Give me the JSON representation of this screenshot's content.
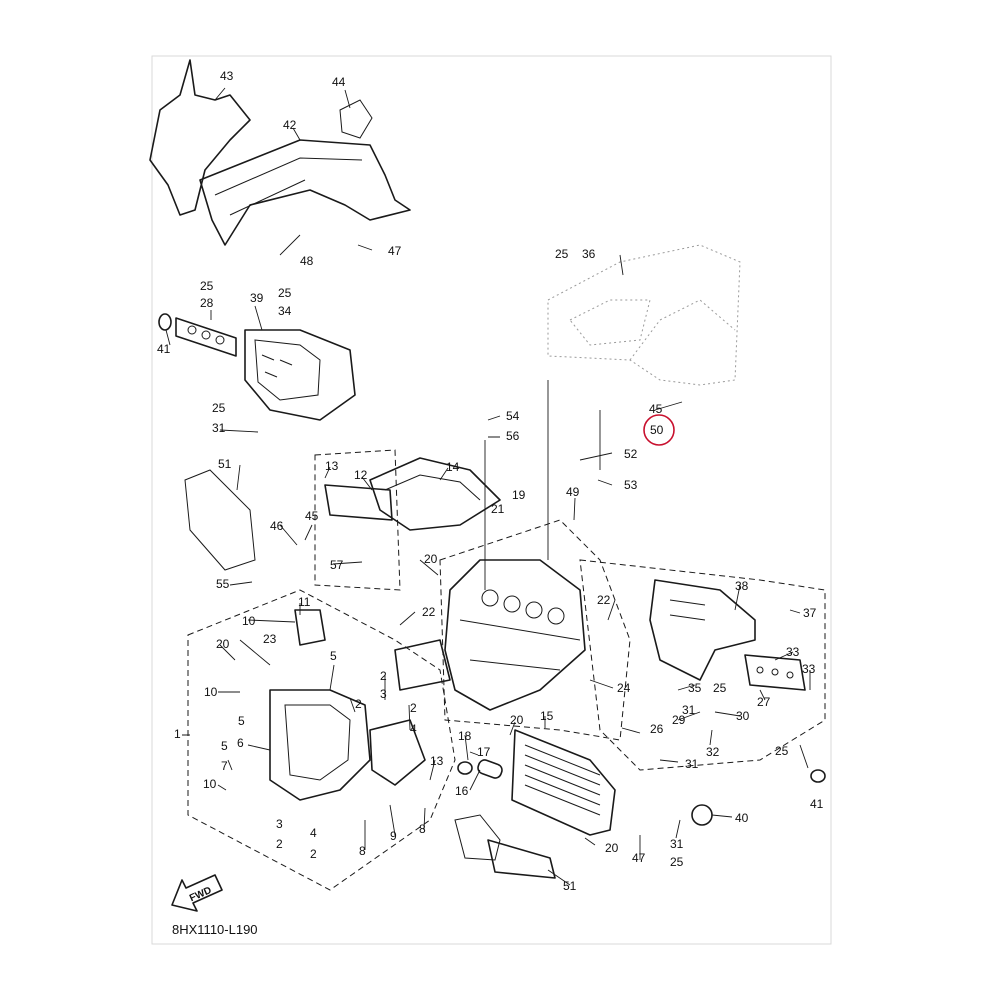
{
  "diagram": {
    "code": "8HX1110-L190",
    "fwd_label": "FWD",
    "highlight_color": "#c8102e",
    "labels": [
      "1",
      "2",
      "3",
      "4",
      "5",
      "6",
      "7",
      "8",
      "9",
      "10",
      "11",
      "12",
      "13",
      "14",
      "15",
      "16",
      "17",
      "18",
      "19",
      "20",
      "21",
      "22",
      "23",
      "24",
      "25",
      "26",
      "27",
      "28",
      "29",
      "30",
      "31",
      "32",
      "33",
      "34",
      "35",
      "36",
      "37",
      "38",
      "39",
      "40",
      "41",
      "42",
      "43",
      "44",
      "45",
      "46",
      "47",
      "48",
      "49",
      "50",
      "51",
      "52",
      "53",
      "54",
      "55",
      "56",
      "57"
    ],
    "highlighted_label": "50"
  }
}
